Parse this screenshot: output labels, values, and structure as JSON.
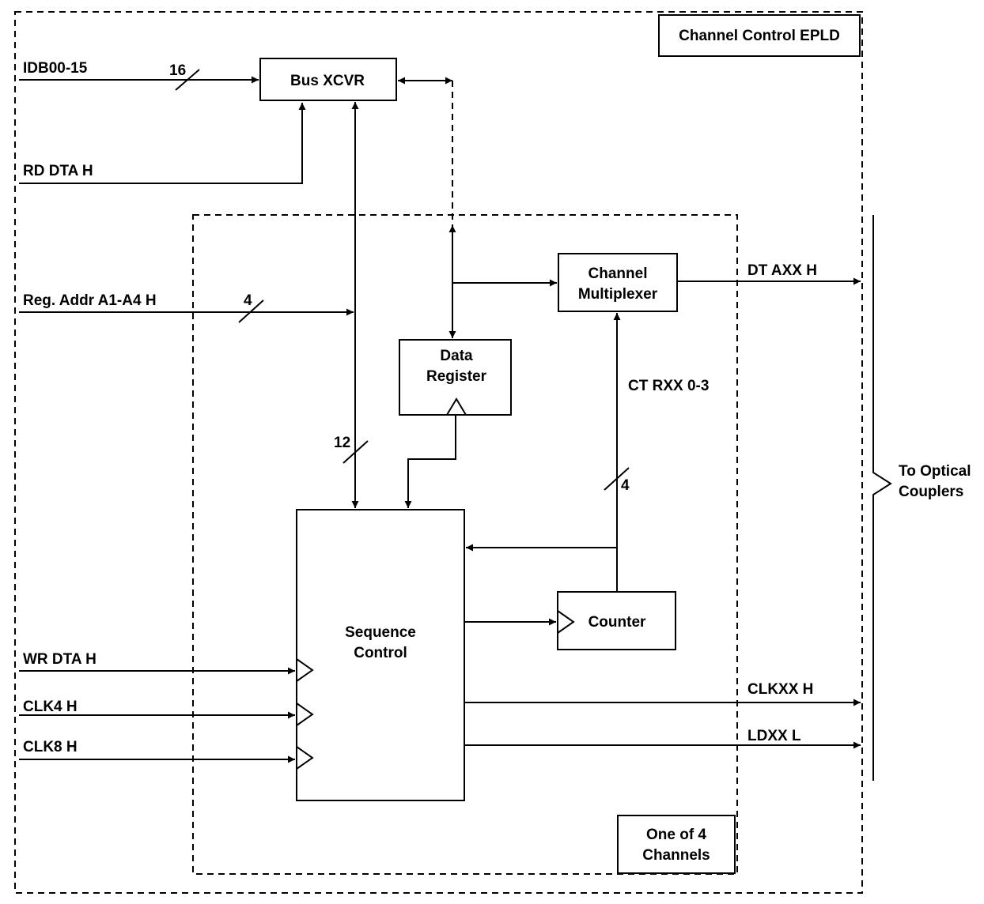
{
  "outer_label": "Channel Control EPLD",
  "inner_label": [
    "One of 4",
    "Channels"
  ],
  "blocks": {
    "bus_xcvr": "Bus XCVR",
    "channel_mux": [
      "Channel",
      "Multiplexer"
    ],
    "data_register": [
      "Data",
      "Register"
    ],
    "sequence_control": [
      "Sequence",
      "Control"
    ],
    "counter": "Counter"
  },
  "signals": {
    "idb": "IDB00-15",
    "idb_width": "16",
    "rd_dta": "RD DTA H",
    "reg_addr": "Reg. Addr A1-A4 H",
    "reg_addr_width": "4",
    "bus_width": "12",
    "ct_rxx": "CT RXX 0-3",
    "ct_rxx_width": "4",
    "dt_axx": "DT AXX H",
    "wr_dta": "WR DTA H",
    "clk4": "CLK4 H",
    "clk8": "CLK8 H",
    "clkxx": "CLKXX H",
    "ldxx": "LDXX L"
  },
  "optical_label": [
    "To Optical",
    "Couplers"
  ]
}
